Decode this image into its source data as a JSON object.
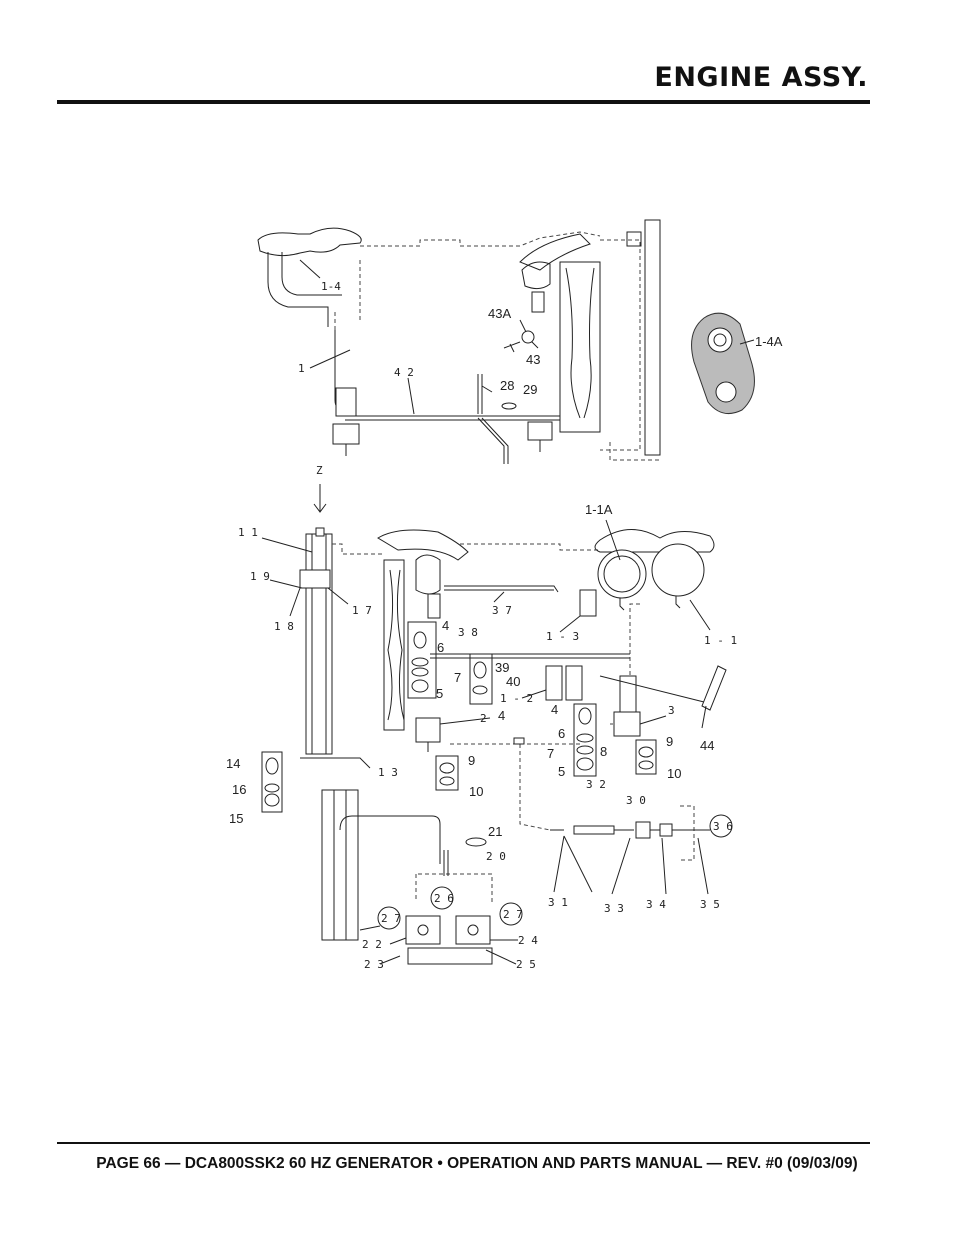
{
  "header": {
    "title": "ENGINE ASSY."
  },
  "footer": {
    "text": "PAGE 66 — DCA800SSK2 60 HZ GENERATOR • OPERATION AND PARTS MANUAL — REV. #0 (09/03/09)"
  },
  "diagram": {
    "labels": {
      "l1_4": "1-4",
      "l1": "1",
      "l42": "4 2",
      "l43a": "43A",
      "l43": "43",
      "l28": "28",
      "l29": "29",
      "l1_4a": "1-4A",
      "lz": "Z",
      "l11": "1 1",
      "l19": "1 9",
      "l18": "1 8",
      "l17": "1 7",
      "l1_1a": "1-1A",
      "l37": "3 7",
      "l1_3": "1 - 3",
      "l1_1": "1 - 1",
      "l4a": "4",
      "l38": "3 8",
      "l6a": "6",
      "l7a": "7",
      "l5a": "5",
      "l39": "39",
      "l40": "40",
      "l1_2": "1 - 2",
      "l4b": "4",
      "l2": "2",
      "l4c": "4",
      "l3": "3",
      "l6b": "6",
      "l8": "8",
      "l9a": "9",
      "l7b": "7",
      "l5b": "5",
      "l10a": "10",
      "l44": "44",
      "l9b": "9",
      "l10b": "10",
      "l13": "1 3",
      "l14": "14",
      "l16": "16",
      "l15": "15",
      "l32": "3 2",
      "l30": "3 0",
      "l21": "21",
      "l20": "2 0",
      "l36": "3 6",
      "l31": "3 1",
      "l33": "3 3",
      "l34": "3 4",
      "l35": "3 5",
      "l26": "2 6",
      "l27a": "2 7",
      "l27b": "2 7",
      "l22": "2 2",
      "l24": "2 4",
      "l23": "2 3",
      "l25": "2 5"
    }
  }
}
